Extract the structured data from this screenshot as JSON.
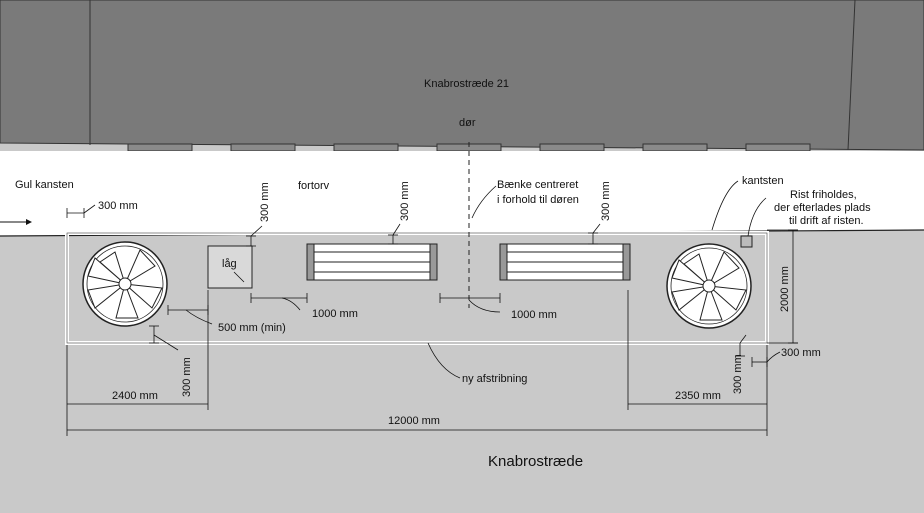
{
  "building": {
    "name": "Knabrostræde 21",
    "door": "dør"
  },
  "sidewalk": {
    "label": "fortorv",
    "gul_kanten": "Gul kansten",
    "kantsten": "kantsten"
  },
  "street": {
    "name": "Knabrostræde"
  },
  "notes": {
    "benches_line1": "Bænke centreret",
    "benches_line2": "i forhold til døren",
    "grate_line1": "Rist friholdes,",
    "grate_line2": "der efterlades plads",
    "grate_line3": "til drift af risten.",
    "lid": "låg",
    "stripe": "ny afstribning"
  },
  "dimensions": {
    "d300_left_top": "300 mm",
    "d300_v1": "300 mm",
    "d300_v2": "300 mm",
    "d300_v3": "300 mm",
    "d1000_a": "1000 mm",
    "d1000_b": "1000 mm",
    "d500": "500 mm (min)",
    "d300_bottom_left": "300 mm",
    "d2400": "2400 mm",
    "d12000": "12000 mm",
    "d2350": "2350 mm",
    "d300_bottom_right": "300 mm",
    "d300_right": "300 mm",
    "d2000": "2000 mm"
  },
  "colors": {
    "building": "#7a7a7a",
    "sidewalk": "#ffffff",
    "road": "#c9c9c9",
    "line": "#111111"
  }
}
